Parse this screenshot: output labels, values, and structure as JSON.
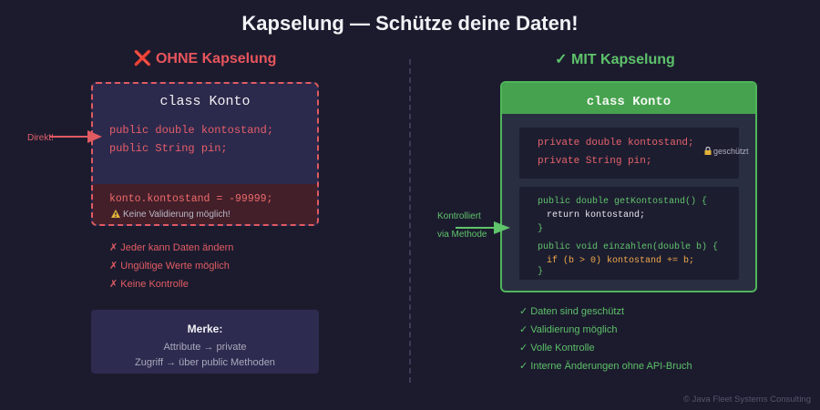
{
  "title": "Kapselung — Schütze deine Daten!",
  "left": {
    "heading_icon": "❌",
    "heading": "OHNE Kapselung",
    "class_name": "class Konto",
    "fields": [
      "public double kontostand;",
      "public String pin;"
    ],
    "arrow_label": "Direkt!",
    "assignment": "konto.kontostand = -99999;",
    "warning_icon": "warning-icon",
    "warning": "Keine Validierung möglich!",
    "points": [
      "✗ Jeder kann Daten ändern",
      "✗ Ungültige Werte möglich",
      "✗ Keine Kontrolle"
    ],
    "remember": {
      "title": "Merke:",
      "lines": [
        "Attribute → private",
        "Zugriff → über public Methoden"
      ]
    }
  },
  "right": {
    "heading": "✓ MIT Kapselung",
    "class_name": "class Konto",
    "private_fields": [
      "private double kontostand;",
      "private String pin;"
    ],
    "protected_icon": "lock-icon",
    "protected_note": "geschützt",
    "methods": {
      "getter_signature": "public double getKontostand() {",
      "getter_body": "return kontostand;",
      "close": "}",
      "setter_signature": "public void einzahlen(double b) {",
      "setter_body": "if (b > 0) kontostand += b;"
    },
    "arrow_label_1": "Kontrolliert",
    "arrow_label_2": "via Methode",
    "points": [
      "✓ Daten sind geschützt",
      "✓ Validierung möglich",
      "✓ Volle Kontrolle",
      "✓ Interne Änderungen ohne API-Bruch"
    ]
  },
  "colors": {
    "background": "#1c1b2e",
    "danger": "#e05a62",
    "success": "#4fb55a",
    "code_orange": "#f0a94a"
  },
  "copyright": "© Java Fleet Systems Consulting"
}
